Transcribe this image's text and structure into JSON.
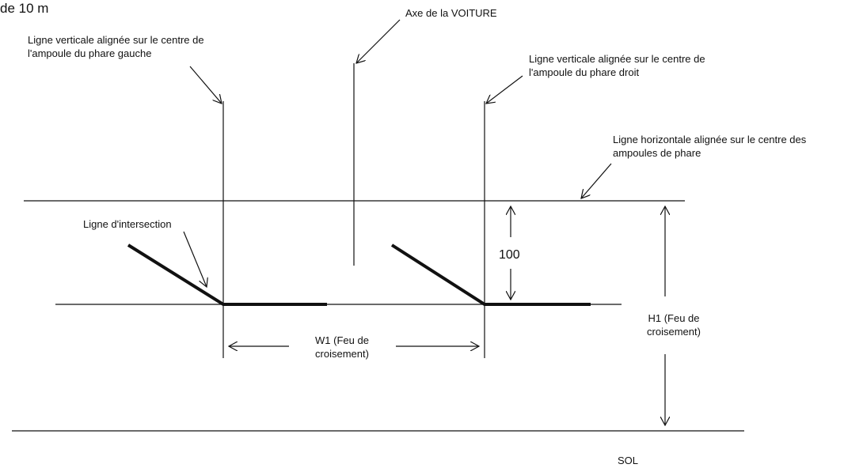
{
  "labels": {
    "top_fragment": "de 10 m",
    "left_vertical": "Ligne verticale alignée sur le centre de\nl'ampoule du phare gauche",
    "car_axis": "Axe de la VOITURE",
    "right_vertical": "Ligne verticale alignée sur le centre de\nl'ampoule du phare droit",
    "horizontal": "Ligne horizontale alignée sur le centre des\nampoules de phare",
    "intersection": "Ligne d'intersection",
    "dim_100": "100",
    "w1": "W1 (Feu de\ncroisement)",
    "h1": "H1 (Feu de\ncroisement)",
    "ground": "SOL"
  },
  "colors": {
    "ink": "#111111",
    "background": "#ffffff"
  }
}
